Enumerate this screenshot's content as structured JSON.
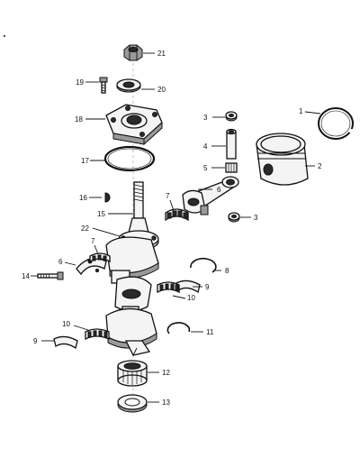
{
  "callouts": {
    "c1": "1",
    "c2": "2",
    "c3a": "3",
    "c3b": "3",
    "c4": "4",
    "c5": "5",
    "c6a": "6",
    "c6b": "6",
    "c7a": "7",
    "c7b": "7",
    "c8": "8",
    "c9a": "9",
    "c9b": "9",
    "c10a": "10",
    "c10b": "10",
    "c11": "11",
    "c12": "12",
    "c13": "13",
    "c14": "14",
    "c15": "15",
    "c16": "16",
    "c17": "17",
    "c18": "18",
    "c19": "19",
    "c20": "20",
    "c21": "21",
    "c22": "22"
  }
}
